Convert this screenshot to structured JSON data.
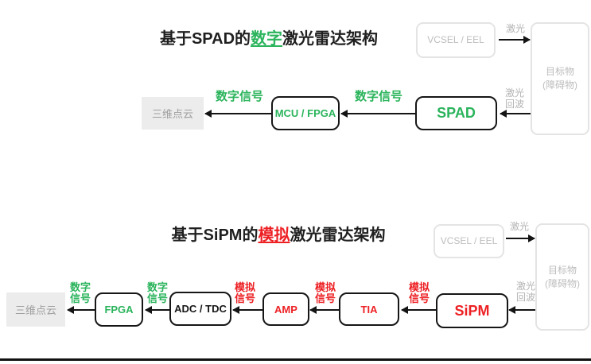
{
  "colors": {
    "digital_green": "#2bb45c",
    "analog_red": "#ed2024",
    "muted_gray": "#b3b3b3"
  },
  "top": {
    "title": {
      "prefix": "基于SPAD的",
      "highlight": "数字",
      "suffix": "激光雷达架构"
    },
    "emitter": "VCSEL / EEL",
    "laser": "激光",
    "target": "目标物\n(障碍物)",
    "echo": "激光\n回波",
    "detector": "SPAD",
    "processor": "MCU / FPGA",
    "output": "三维点云",
    "digital_signal": "数字信号"
  },
  "bottom": {
    "title": {
      "prefix": "基于SiPM的",
      "highlight": "模拟",
      "suffix": "激光雷达架构"
    },
    "emitter": "VCSEL / EEL",
    "laser": "激光",
    "target": "目标物\n(障碍物)",
    "echo": "激光\n回波",
    "detector": "SiPM",
    "tia": "TIA",
    "amp": "AMP",
    "adc": "ADC / TDC",
    "fpga": "FPGA",
    "output": "三维点云",
    "analog_signal": "模拟\n信号",
    "digital_signal": "数字\n信号"
  }
}
